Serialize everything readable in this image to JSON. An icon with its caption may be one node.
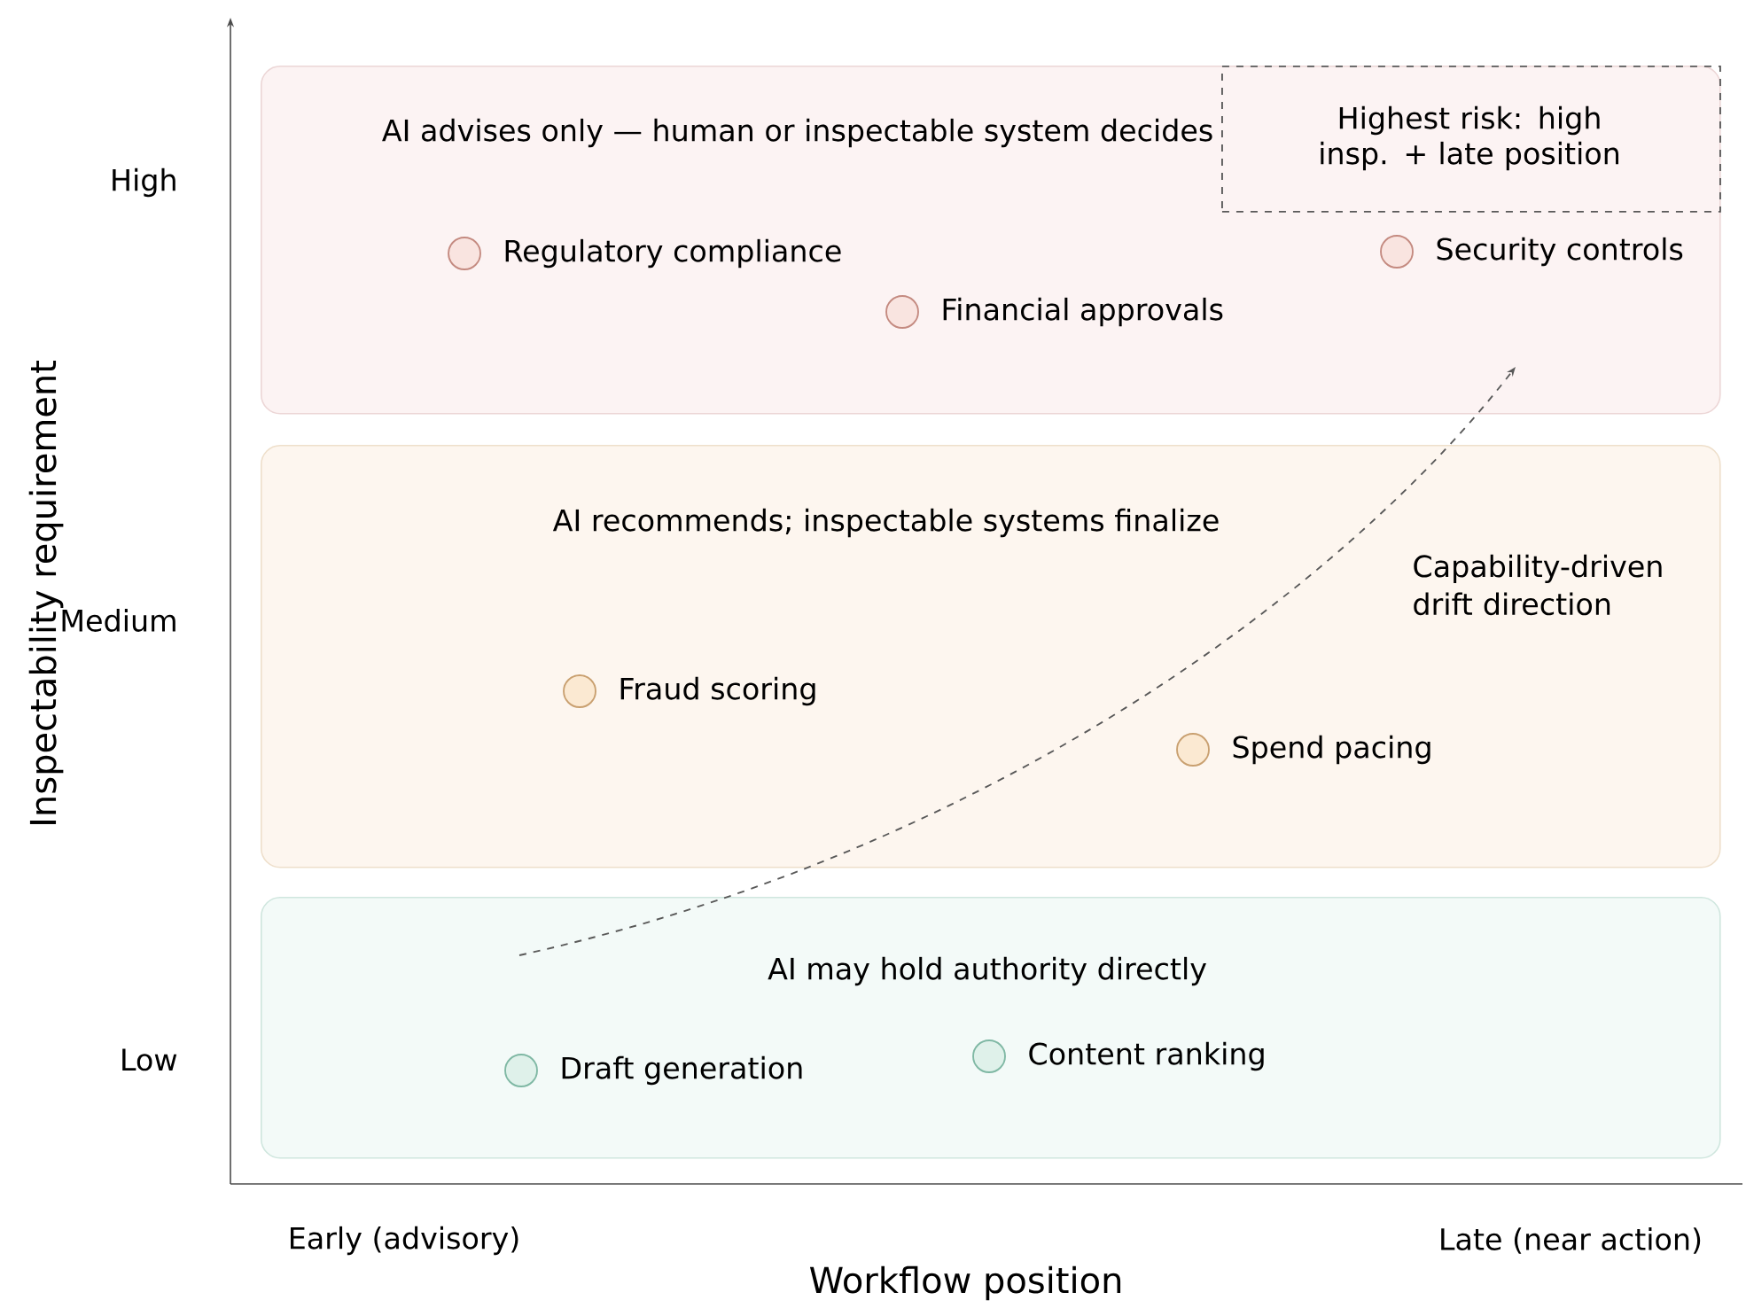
{
  "diagram": {
    "nodes": [
      {
        "text": [
          "AI advises only — human or inspectable system decides"
        ]
      },
      {
        "text": [
          "Highest risk: high insp. + late position"
        ],
        "in": 0
      },
      {
        "text": [],
        "shape": "circle",
        "beside": [
          "Regulatory compliance"
        ],
        "in": 0
      },
      {
        "text": [],
        "shape": "circle",
        "beside": [
          "Financial approvals"
        ],
        "in": 0
      },
      {
        "text": [],
        "shape": "circle",
        "beside": [
          "Security controls"
        ],
        "in": 0
      },
      {
        "text": [
          "AI recommends; inspectable systems finalize"
        ]
      },
      {
        "text": [],
        "shape": "circle",
        "beside": [
          "Fraud scoring"
        ],
        "in": 5
      },
      {
        "text": [],
        "shape": "circle",
        "beside": [
          "Spend pacing"
        ],
        "in": 5
      },
      {
        "text": [
          "AI may hold authority directly"
        ]
      },
      {
        "text": [],
        "shape": "circle",
        "beside": [
          "Draft generation"
        ],
        "in": 8
      },
      {
        "text": [],
        "shape": "circle",
        "beside": [
          "Content ranking"
        ],
        "in": 8
      }
    ],
    "labels": [
      "High",
      "Capability-driven drift direction",
      "Medium",
      "Inspectability requirement",
      "Low",
      "Early (advisory)",
      "Late (near action)",
      "Workflow position"
    ]
  }
}
